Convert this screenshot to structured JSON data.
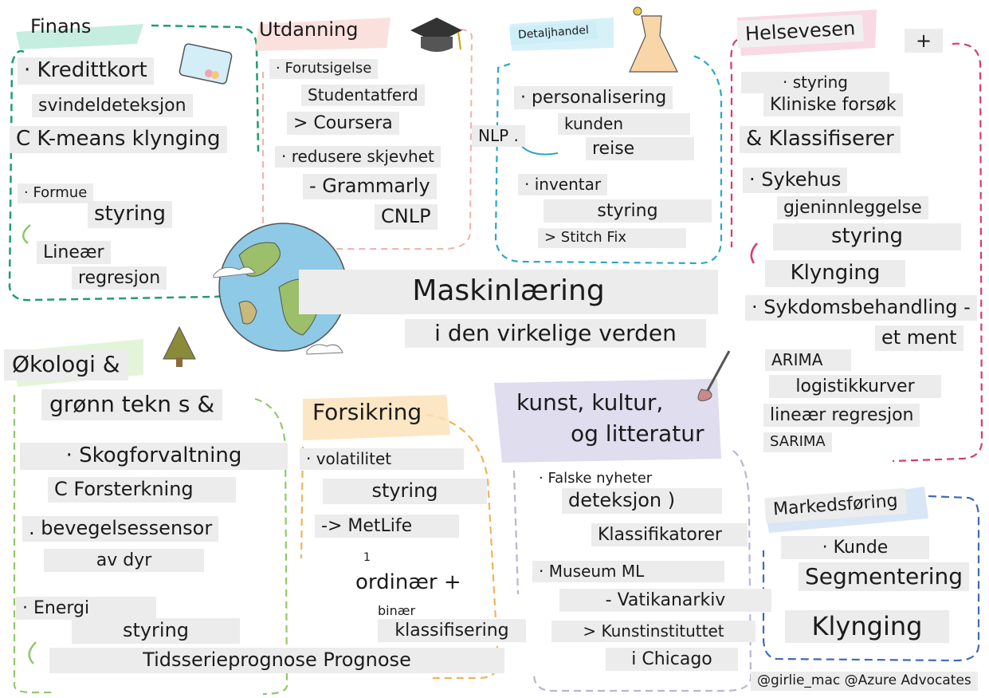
{
  "title": {
    "line1": "Maskinlæring",
    "line2": "i den virkelige verden"
  },
  "colors": {
    "finance": "#1f9e6e",
    "education": "#f0b3aa",
    "retail": "#2aa6c8",
    "health": "#d83b6a",
    "ecology": "#8fc96b",
    "insurance": "#efb45a",
    "art": "#b9b5d6",
    "marketing": "#3e6ab3",
    "label_bg": "#ececec"
  },
  "sections": {
    "finance": {
      "heading": "Finans",
      "items": [
        "· Kredittkort",
        "svindeldeteksjon",
        "C K-means klynging",
        "· Formue",
        "styring",
        "Lineær",
        "regresjon"
      ]
    },
    "education": {
      "heading": "Utdanning",
      "items": [
        "· Forutsigelse",
        "Studentatferd",
        "> Coursera",
        "· redusere skjevhet",
        "- Grammarly",
        "CNLP"
      ]
    },
    "retail": {
      "heading": "Detaljhandel",
      "items": [
        "· personalisering",
        "kunden",
        "reise",
        "NLP .",
        "· inventar",
        "styring",
        "> Stitch Fix"
      ]
    },
    "health": {
      "heading": "Helsevesen",
      "plus": "+",
      "items": [
        "· styring",
        "Kliniske forsøk",
        "& Klassifiserer",
        "· Sykehus",
        "gjeninnleggelse",
        "styring",
        "Klynging",
        "· Sykdomsbehandling -",
        "et ment",
        "ARIMA",
        "logistikkurver",
        "lineær regresjon",
        "SARIMA"
      ]
    },
    "ecology": {
      "heading1": "Økologi &",
      "heading2": "grønn tekn s &",
      "items": [
        "· Skogforvaltning",
        "C Forsterkning",
        ". bevegelsessensor",
        "av dyr",
        "· Energi",
        "styring",
        "Tidsserieprognose Prognose"
      ]
    },
    "insurance": {
      "heading": "Forsikring",
      "items": [
        "· volatilitet",
        "styring",
        "-> MetLife",
        "1",
        "ordinær +",
        "binær",
        "klassifisering"
      ]
    },
    "art": {
      "heading1": "kunst, kultur,",
      "heading2": "og litteratur",
      "items": [
        "· Falske nyheter",
        "deteksjon )",
        "Klassifikatorer",
        "· Museum ML",
        "- Vatikanarkiv",
        "> Kunstinstituttet",
        "i Chicago"
      ]
    },
    "marketing": {
      "heading": "Markedsføring",
      "items": [
        "· Kunde",
        "Segmentering",
        "Klynging"
      ]
    }
  },
  "credit": "@girlie_mac @Azure Advocates"
}
